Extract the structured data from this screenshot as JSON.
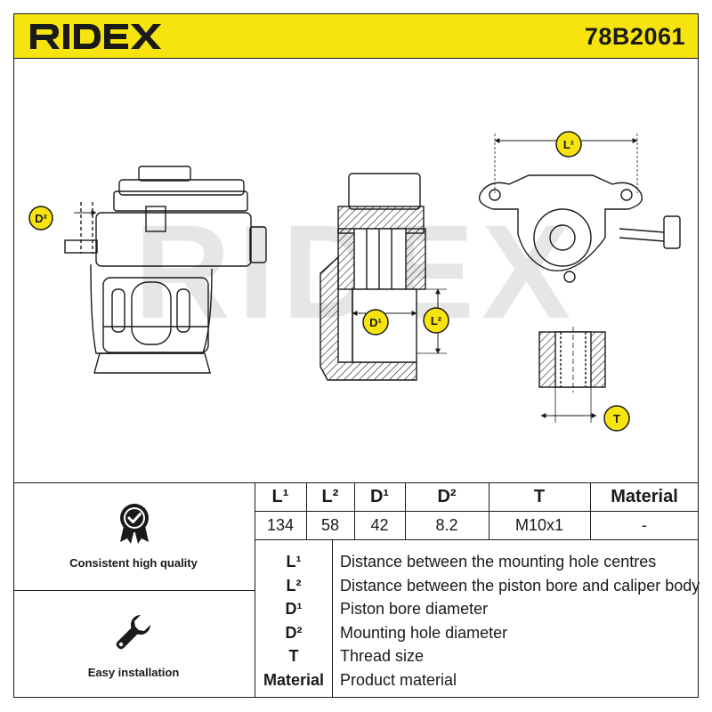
{
  "header": {
    "brand_logo_text": "RIDEX",
    "part_code": "78B2061"
  },
  "drawing": {
    "watermark_text": "RIDEX",
    "badges": {
      "d2": "D²",
      "d1": "D¹",
      "l2": "L²",
      "l1": "L¹",
      "t": "T"
    }
  },
  "features": [
    {
      "label": "Consistent high quality",
      "icon": "quality-badge-icon"
    },
    {
      "label": "Easy installation",
      "icon": "wrench-icon"
    }
  ],
  "specs": {
    "headers": [
      "L¹",
      "L²",
      "D¹",
      "D²",
      "T",
      "Material"
    ],
    "values": [
      "134",
      "58",
      "42",
      "8.2",
      "M10x1",
      "-"
    ]
  },
  "legend": [
    {
      "symbol": "L¹",
      "description": "Distance between the mounting hole centres"
    },
    {
      "symbol": "L²",
      "description": "Distance between the piston bore and caliper body"
    },
    {
      "symbol": "D¹",
      "description": "Piston bore diameter"
    },
    {
      "symbol": "D²",
      "description": "Mounting hole diameter"
    },
    {
      "symbol": "T",
      "description": "Thread size"
    },
    {
      "symbol": "Material",
      "description": "Product material"
    }
  ],
  "colors": {
    "accent_yellow": "#f7e40f",
    "line": "#1a1a1a",
    "watermark": "#e6e6e6"
  }
}
